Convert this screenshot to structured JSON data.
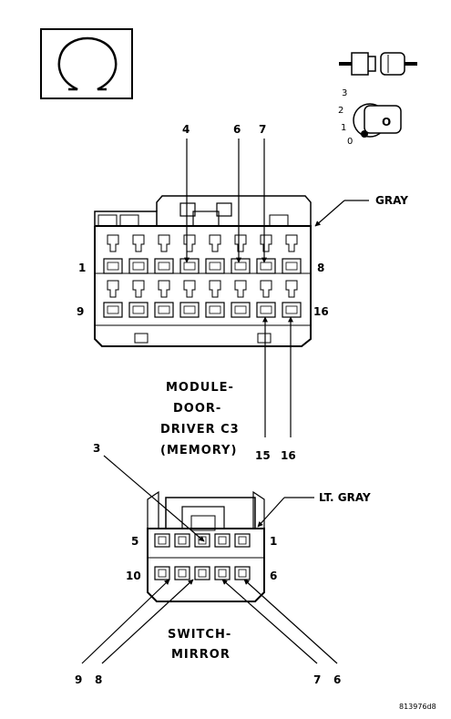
{
  "symbol": {
    "icon": "ohm-symbol-icon"
  },
  "key_icon": {
    "positions": [
      "3",
      "2",
      "1",
      "0"
    ],
    "key_label": "O"
  },
  "connector_c3": {
    "color_label": "GRAY",
    "name_lines": [
      "MODULE-",
      "DOOR-",
      "DRIVER C3",
      "(MEMORY)"
    ],
    "row1_start": "1",
    "row1_end": "8",
    "row2_start": "9",
    "row2_end": "16",
    "pin_callouts_top": [
      "4",
      "6",
      "7"
    ],
    "pin_callouts_bottom": [
      "15",
      "16"
    ]
  },
  "connector_mirror": {
    "color_label": "LT. GRAY",
    "name_lines": [
      "SWITCH-",
      "MIRROR"
    ],
    "row1_start": "5",
    "row1_end": "1",
    "row2_start": "10",
    "row2_end": "6",
    "pin_callout_top": "3",
    "pin_callouts_bottom_left": [
      "9",
      "8"
    ],
    "pin_callouts_bottom_right": [
      "7",
      "6"
    ]
  },
  "figure_code": "813976d8"
}
